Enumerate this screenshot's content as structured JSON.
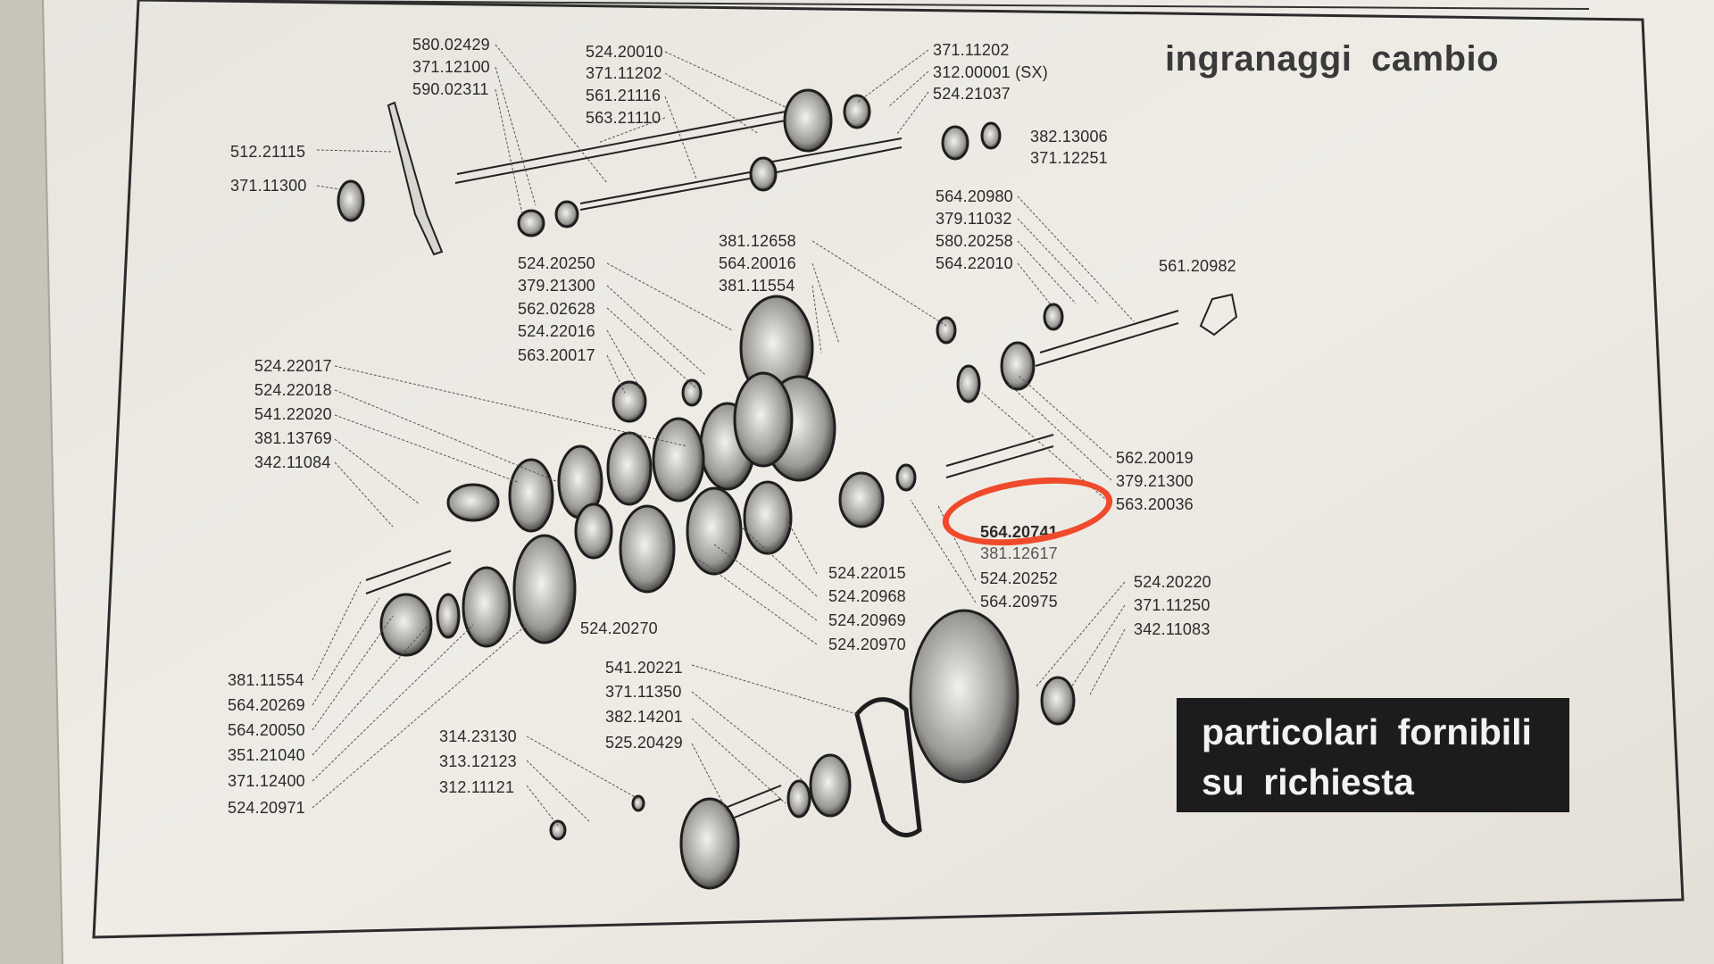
{
  "title": "ingranaggi  cambio",
  "notice": {
    "line1": "particolari  fornibili",
    "line2": "su  richiesta"
  },
  "highlighted_part": "564.20741",
  "colors": {
    "paper": "#edeae4",
    "ink": "#2a2a2a",
    "highlight": "#ef4a2c",
    "notice_bg": "#1c1c1c"
  },
  "labels": [
    "580.02429",
    "371.12100",
    "590.02311",
    "524.20010",
    "371.11202",
    "561.21116",
    "563.21110",
    "371.11202",
    "312.00001 (SX)",
    "524.21037",
    "382.13006",
    "371.12251",
    "512.21115",
    "371.11300",
    "564.20980",
    "379.11032",
    "580.20258",
    "564.22010",
    "561.20982",
    "381.12658",
    "564.20016",
    "381.11554",
    "524.20250",
    "379.21300",
    "562.02628",
    "524.22016",
    "563.20017",
    "524.22017",
    "524.22018",
    "541.22020",
    "381.13769",
    "342.11084",
    "562.20019",
    "379.21300",
    "563.20036",
    "564.20741",
    "381.12617",
    "524.20252",
    "564.20975",
    "524.22015",
    "524.20968",
    "524.20969",
    "524.20970",
    "524.20270",
    "524.20220",
    "371.11250",
    "342.11083",
    "381.11554",
    "564.20269",
    "564.20050",
    "351.21040",
    "371.12400",
    "524.20971",
    "541.20221",
    "371.11350",
    "382.14201",
    "525.20429",
    "314.23130",
    "313.12123",
    "312.11121"
  ]
}
